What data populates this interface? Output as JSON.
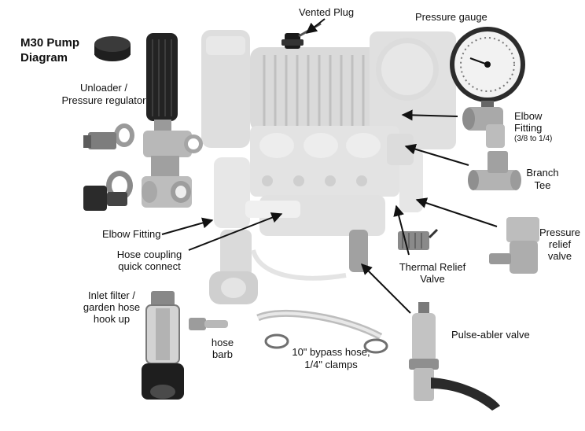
{
  "diagram": {
    "title_line1": "M30 Pump",
    "title_line2": "Diagram",
    "labels": {
      "vented_plug": "Vented Plug",
      "pressure_gauge": "Pressure gauge",
      "unloader_1": "Unloader /",
      "unloader_2": "Pressure regulator",
      "elbow_fitting_right_1": "Elbow",
      "elbow_fitting_right_2": "Fitting",
      "elbow_fitting_right_3": "(3/8 to 1/4)",
      "branch_tee_1": "Branch",
      "branch_tee_2": "Tee",
      "elbow_fitting_left": "Elbow Fitting",
      "pressure_relief_1": "Pressure",
      "pressure_relief_2": "relief",
      "pressure_relief_3": "valve",
      "hose_coupling_1": "Hose coupling",
      "hose_coupling_2": "quick connect",
      "thermal_relief_1": "Thermal Relief",
      "thermal_relief_2": "Valve",
      "inlet_filter_1": "Inlet filter /",
      "inlet_filter_2": "garden hose",
      "inlet_filter_3": "hook up",
      "hose_barb_1": "hose",
      "hose_barb_2": "barb",
      "bypass_hose_1": "10\" bypass hose,",
      "bypass_hose_2": "1/4\" clamps",
      "pulse_abler": "Pulse-abler valve"
    }
  }
}
